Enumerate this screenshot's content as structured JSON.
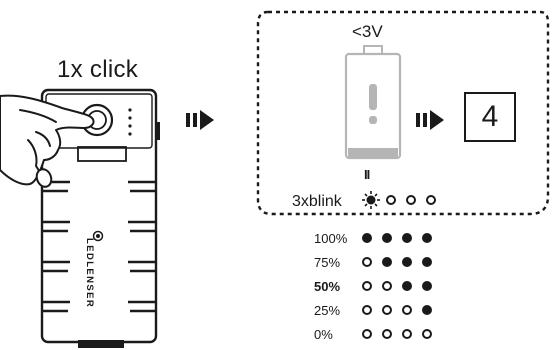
{
  "diagram": {
    "click_label": "1x click",
    "brand": "LEDLENSER",
    "low_voltage_label": "<3V",
    "pause_mark": "II",
    "blink_label": "3xblink",
    "blink_result": "4"
  },
  "battery_levels": [
    {
      "percent": "100%",
      "bold": false,
      "dots": [
        1,
        1,
        1,
        1
      ]
    },
    {
      "percent": "75%",
      "bold": false,
      "dots": [
        0,
        1,
        1,
        1
      ]
    },
    {
      "percent": "50%",
      "bold": true,
      "dots": [
        0,
        0,
        1,
        1
      ]
    },
    {
      "percent": "25%",
      "bold": false,
      "dots": [
        0,
        0,
        0,
        1
      ]
    },
    {
      "percent": "0%",
      "bold": false,
      "dots": [
        0,
        0,
        0,
        0
      ]
    }
  ],
  "blink_dots": [
    1,
    0,
    0,
    0
  ],
  "colors": {
    "ink": "#1a1a1a",
    "battery_gray": "#b5b5b5"
  }
}
